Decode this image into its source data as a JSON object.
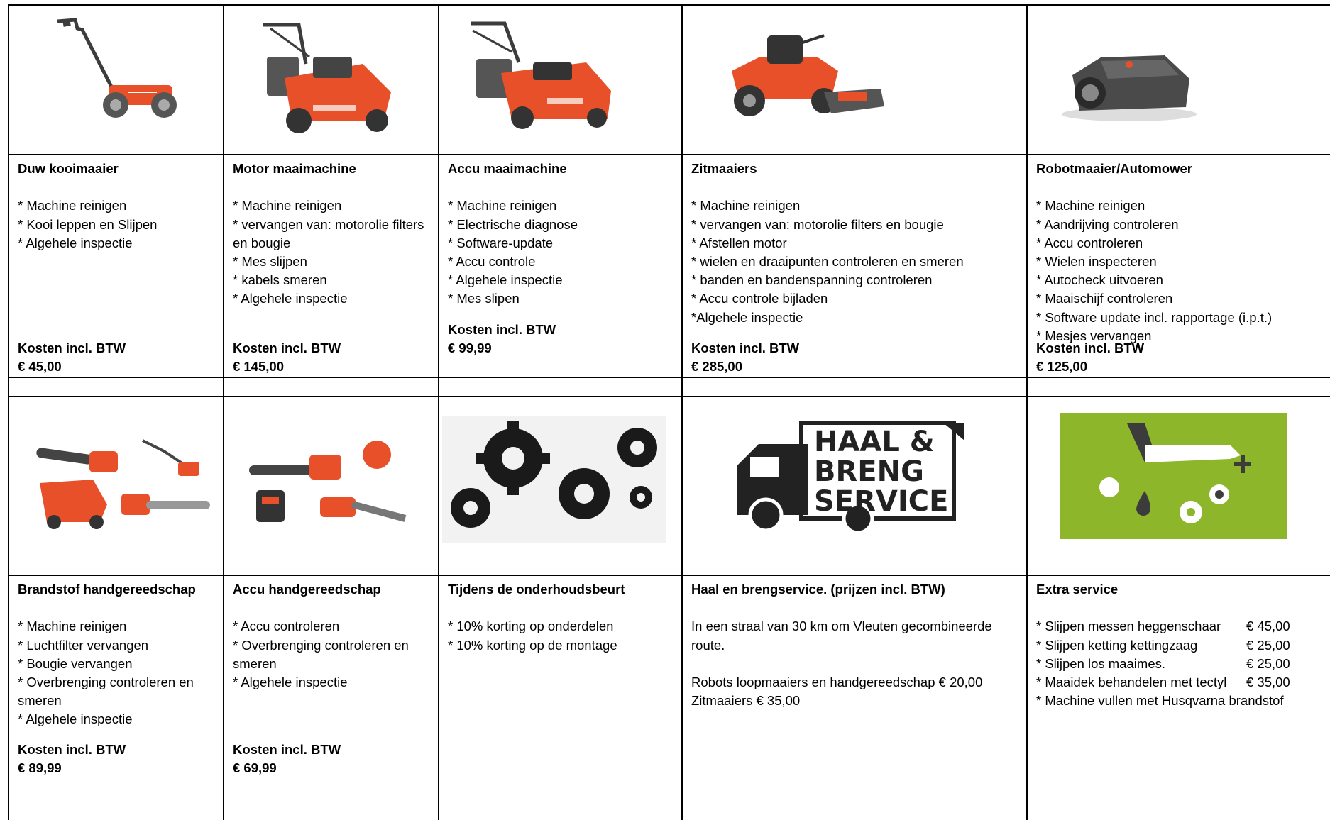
{
  "row1": [
    {
      "title": "Duw kooimaaier",
      "items": [
        "* Machine reinigen",
        "* Kooi leppen en Slijpen",
        "* Algehele inspectie"
      ],
      "cost_label": "Kosten incl. BTW",
      "price": "€ 45,00"
    },
    {
      "title": "Motor maaimachine",
      "items": [
        "* Machine reinigen",
        "* vervangen van: motorolie filters en bougie",
        "* Mes slijpen",
        "* kabels smeren",
        "* Algehele inspectie"
      ],
      "cost_label": "Kosten incl. BTW",
      "price": "€ 145,00"
    },
    {
      "title": "Accu maaimachine",
      "items": [
        "* Machine reinigen",
        "* Electrische diagnose",
        "* Software-update",
        "* Accu controle",
        "* Algehele inspectie",
        "* Mes slipen"
      ],
      "cost_label": "Kosten incl. BTW",
      "price": "€ 99,99"
    },
    {
      "title": "Zitmaaiers",
      "items": [
        "* Machine reinigen",
        "* vervangen van: motorolie filters en bougie",
        "* Afstellen motor",
        "* wielen en draaipunten controleren en smeren",
        "* banden en bandenspanning controleren",
        "* Accu controle bijladen",
        "*Algehele inspectie"
      ],
      "cost_label": "Kosten incl. BTW",
      "price": "€ 285,00"
    },
    {
      "title": "Robotmaaier/Automower",
      "items": [
        "* Machine reinigen",
        "* Aandrijving controleren",
        "* Accu controleren",
        "* Wielen inspecteren",
        "* Autocheck uitvoeren",
        "* Maaischijf controleren",
        "* Software update incl. rapportage (i.p.t.)",
        "* Mesjes vervangen"
      ],
      "cost_label": "Kosten incl. BTW",
      "price": "€ 125,00"
    }
  ],
  "row2": [
    {
      "title": "Brandstof handgereedschap",
      "items": [
        "* Machine reinigen",
        "* Luchtfilter vervangen",
        "* Bougie vervangen",
        "* Overbrenging controleren en smeren",
        "* Algehele inspectie"
      ],
      "cost_label": "Kosten incl. BTW",
      "price": "€ 89,99"
    },
    {
      "title": "Accu handgereedschap",
      "items": [
        "* Accu controleren",
        "* Overbrenging controleren en smeren",
        "* Algehele inspectie"
      ],
      "cost_label": "Kosten incl. BTW",
      "price": "€ 69,99"
    },
    {
      "title": "Tijdens de onderhoudsbeurt",
      "items": [
        "* 10% korting op onderdelen",
        "* 10% korting op de montage"
      ]
    },
    {
      "title": "Haal en brengservice. (prijzen incl. BTW)",
      "para1": "In een straal van 30 km om Vleuten gecombineerde route.",
      "para2a": "Robots loopmaaiers en handgereedschap € 20,00",
      "para2b": "Zitmaaiers € 35,00"
    },
    {
      "title": "Extra service",
      "items": [
        {
          "label": "* Slijpen messen heggenschaar",
          "price": "€ 45,00"
        },
        {
          "label": "* Slijpen ketting kettingzaag",
          "price": "€ 25,00"
        },
        {
          "label": "* Slijpen los maaimes.",
          "price": "€ 25,00"
        },
        {
          "label": "* Maaidek behandelen met tectyl",
          "price": "€ 35,00"
        },
        {
          "label": "* Machine vullen met Husqvarna brandstof",
          "price": ""
        }
      ]
    }
  ],
  "logo": {
    "line1": "HAAL &",
    "line2": "BRENG",
    "line3": "SERVICE"
  },
  "colors": {
    "husqvarna_orange": "#e8502a",
    "green_panel": "#8db62b",
    "dark_grey": "#3c3c3c"
  }
}
